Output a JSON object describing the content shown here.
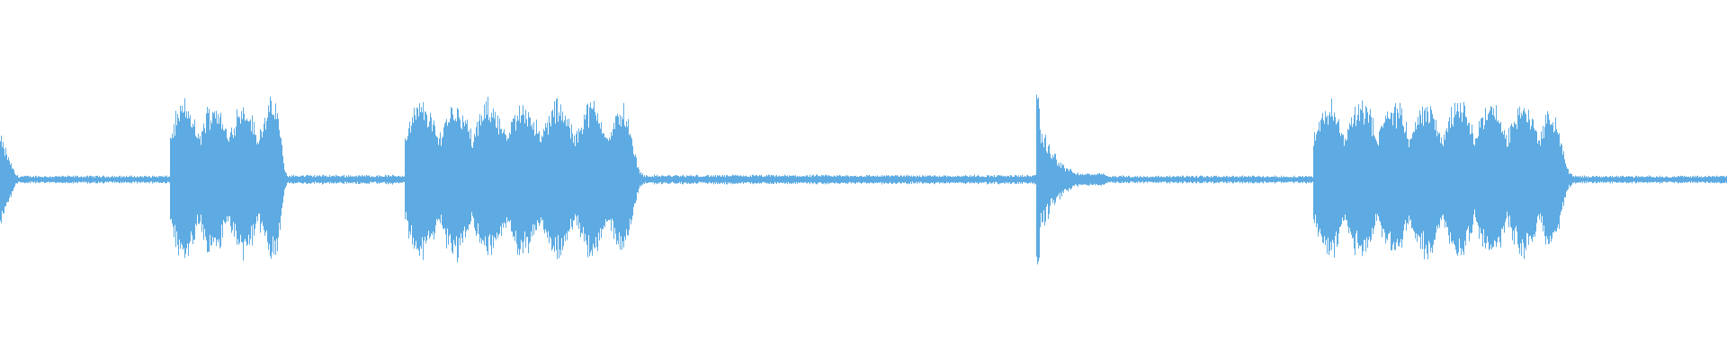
{
  "waveform": {
    "color": "#5dabe2",
    "background": "#ffffff",
    "description_segments": [
      {
        "start": 0.0,
        "end": 0.01,
        "peak": 0.58,
        "style": "decay"
      },
      {
        "start": 0.01,
        "end": 0.098,
        "peak": 0.05,
        "style": "quiet"
      },
      {
        "start": 0.098,
        "end": 0.166,
        "peak": 1.0,
        "style": "pulses",
        "pulses": 4
      },
      {
        "start": 0.166,
        "end": 0.234,
        "peak": 0.06,
        "style": "quiet"
      },
      {
        "start": 0.234,
        "end": 0.372,
        "peak": 1.0,
        "style": "pulses",
        "pulses": 7
      },
      {
        "start": 0.372,
        "end": 0.6,
        "peak": 0.06,
        "style": "quiet"
      },
      {
        "start": 0.6,
        "end": 0.64,
        "peak": 1.0,
        "style": "spike-decay"
      },
      {
        "start": 0.64,
        "end": 0.76,
        "peak": 0.05,
        "style": "quiet"
      },
      {
        "start": 0.76,
        "end": 0.91,
        "peak": 1.0,
        "style": "pulses",
        "pulses": 8
      },
      {
        "start": 0.91,
        "end": 1.0,
        "peak": 0.05,
        "style": "quiet"
      }
    ]
  }
}
